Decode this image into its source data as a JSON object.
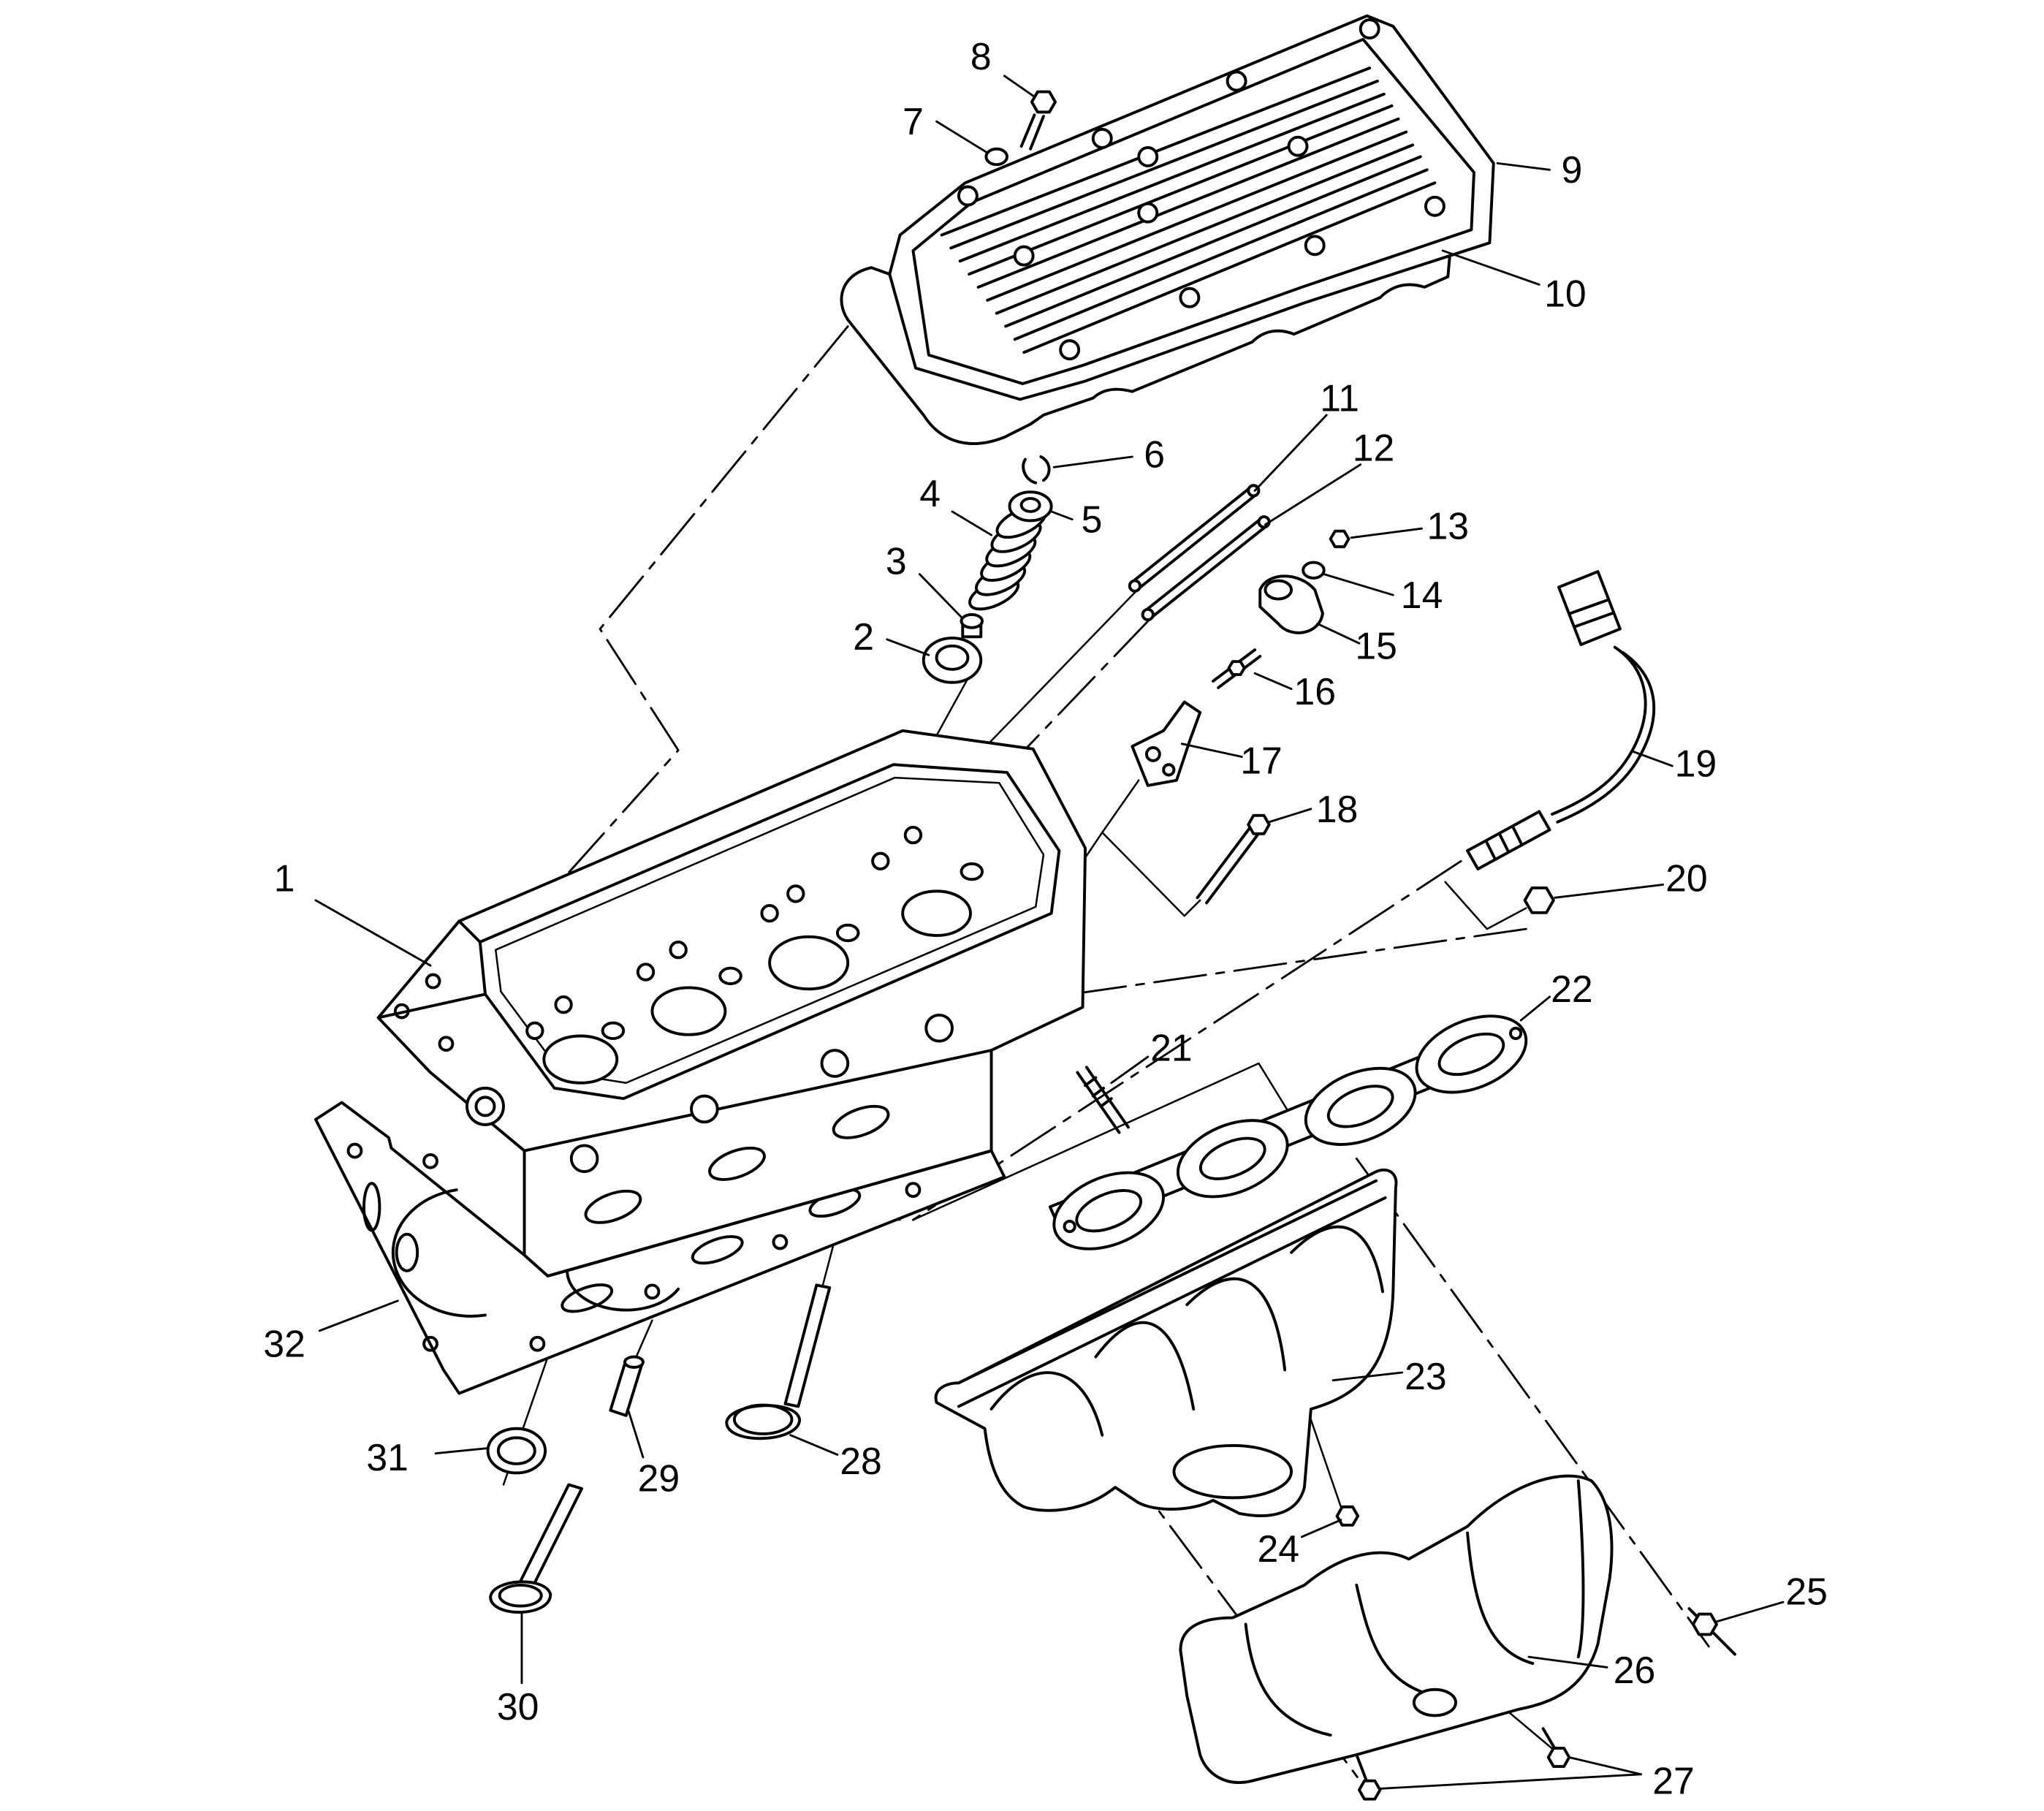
{
  "callouts": [
    "1",
    "2",
    "3",
    "4",
    "5",
    "6",
    "7",
    "8",
    "9",
    "10",
    "11",
    "12",
    "13",
    "14",
    "15",
    "16",
    "17",
    "18",
    "19",
    "20",
    "21",
    "22",
    "23",
    "24",
    "25",
    "26",
    "27",
    "28",
    "29",
    "30",
    "31",
    "32"
  ]
}
